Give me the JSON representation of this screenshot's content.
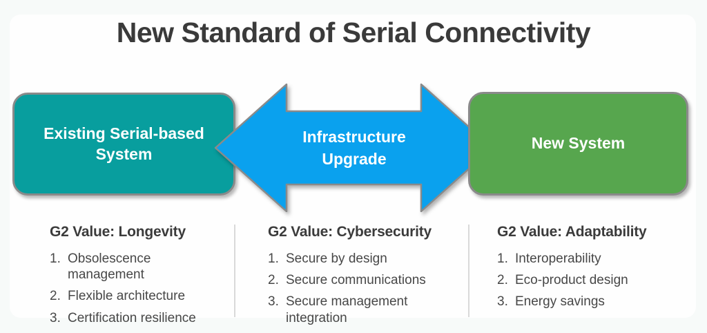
{
  "title": "New Standard of Serial Connectivity",
  "flow": {
    "left_box": {
      "label": "Existing Serial-based\nSystem"
    },
    "arrow": {
      "label": "Infrastructure\nUpgrade",
      "direction": "double-headed"
    },
    "right_box": {
      "label": "New System"
    }
  },
  "columns": [
    {
      "heading": "G2 Value: Longevity",
      "items": [
        "Obsolescence\nmanagement",
        "Flexible architecture",
        "Certification resilience"
      ]
    },
    {
      "heading": "G2 Value: Cybersecurity",
      "items": [
        "Secure by design",
        "Secure communications",
        "Secure management\nintegration"
      ]
    },
    {
      "heading": "G2 Value: Adaptability",
      "items": [
        "Interoperability",
        "Eco-product design",
        "Energy savings"
      ]
    }
  ],
  "colors": {
    "page_bg": "#f7faf9",
    "card_bg": "#fefefe",
    "title_text": "#3a3a3a",
    "teal_box": "#089e9e",
    "green_box": "#57a64e",
    "arrow_blue": "#0aa1ee",
    "shape_border": "#8a8a8a",
    "box_text": "#ffffff",
    "heading_text": "#3b3b3b",
    "item_text": "#474747",
    "divider": "#d9d9d9"
  }
}
